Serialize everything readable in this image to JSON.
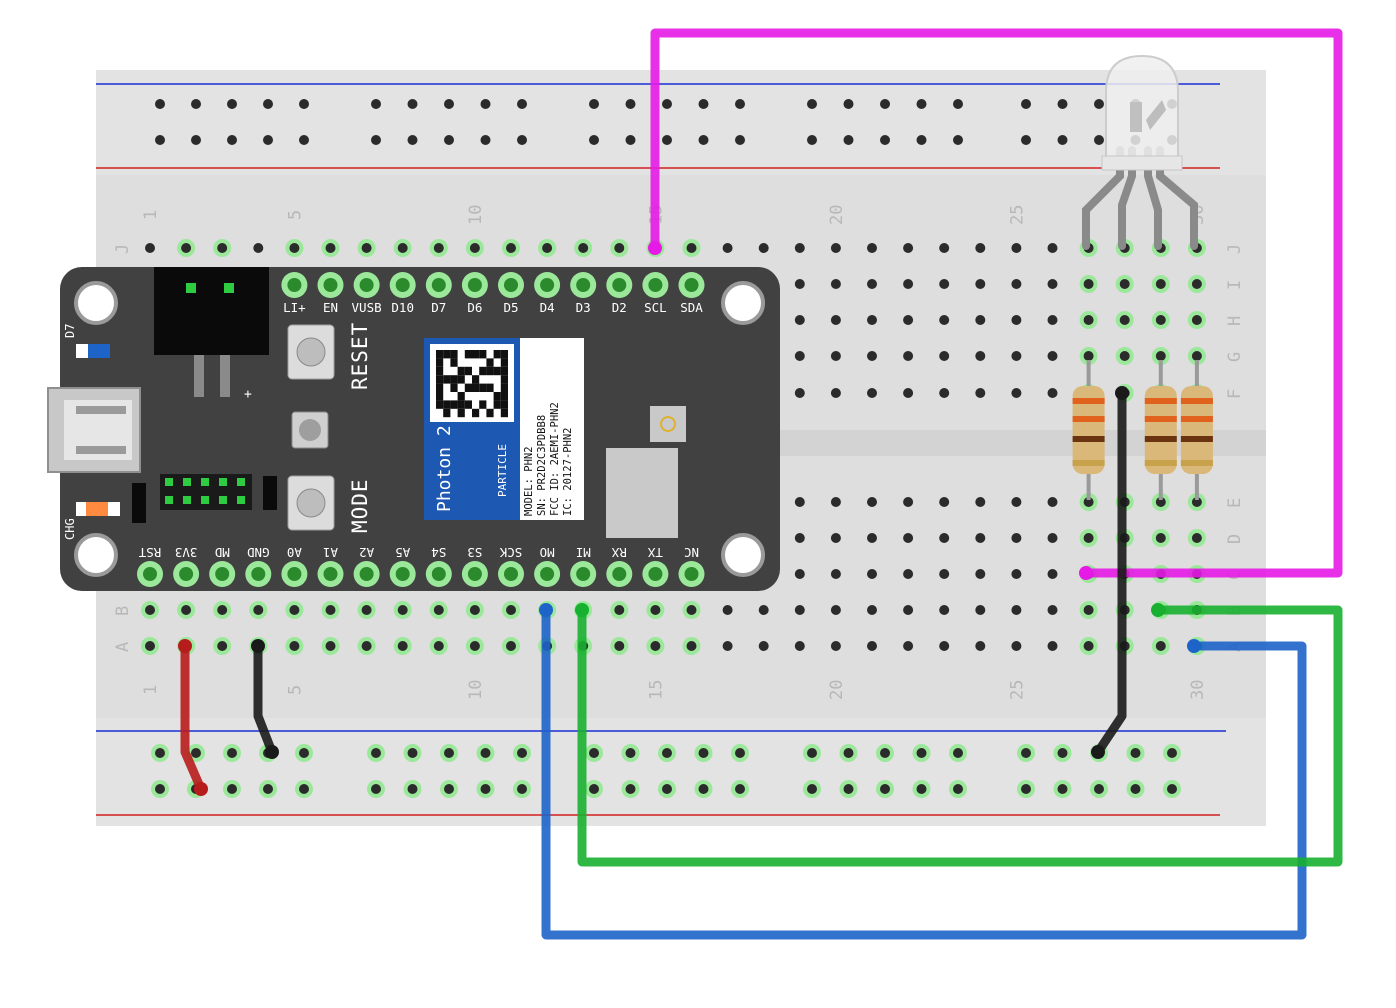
{
  "board": {
    "name": "Photon 2",
    "brand": "PARTICLE",
    "button_reset": "RESET",
    "button_mode": "MODE",
    "led_d7": "D7",
    "led_chg": "CHG",
    "marker_plus": "+",
    "module_lines": [
      "MODEL: PHN2",
      "SN: PR2D2C3PDBB8",
      "FCC ID: 2AEMI-PHN2",
      "IC: 20127-PHN2"
    ],
    "top_pins": [
      "LI+",
      "EN",
      "VUSB",
      "D10",
      "D7",
      "D6",
      "D5",
      "D4",
      "D3",
      "D2",
      "SCL",
      "SDA"
    ],
    "bottom_pins": [
      "RST",
      "3V3",
      "MD",
      "GND",
      "A0",
      "A1",
      "A2",
      "A5",
      "S4",
      "S3",
      "SCK",
      "MO",
      "MI",
      "RX",
      "TX",
      "NC"
    ]
  },
  "breadboard": {
    "column_numbers": [
      "1",
      "5",
      "10",
      "15",
      "20",
      "25",
      "30"
    ],
    "top_rows": [
      "J",
      "I",
      "H",
      "G",
      "F"
    ],
    "bottom_rows": [
      "E",
      "D",
      "C",
      "B",
      "A"
    ]
  },
  "wires": {
    "colors": {
      "magenta": "#e619e6",
      "red": "#b71c1c",
      "black": "#1a1a1a",
      "blue": "#1e64c8",
      "green": "#18b030"
    }
  }
}
